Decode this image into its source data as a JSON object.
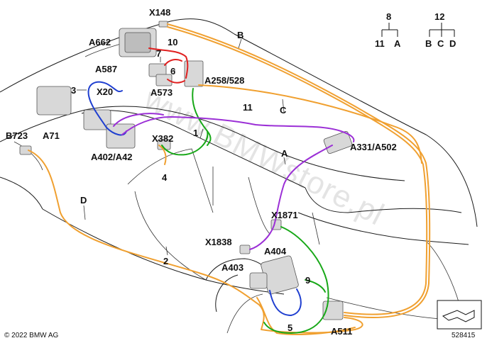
{
  "labels": {
    "x148": "X148",
    "b": "B",
    "a662": "A662",
    "n10": "10",
    "n7": "7",
    "a587": "A587",
    "n6": "6",
    "n3": "3",
    "x20": "X20",
    "a573": "A573",
    "a258": "A258/528",
    "c": "C",
    "n11": "11",
    "n1": "1",
    "b723": "B723",
    "a71": "A71",
    "x382": "X382",
    "a402": "A402/A42",
    "n4": "4",
    "a": "A",
    "a331": "A331/A502",
    "d": "D",
    "x1871": "X1871",
    "x1838": "X1838",
    "a404": "A404",
    "n2": "2",
    "a403": "A403",
    "n9": "9",
    "n5": "5",
    "a511": "A511"
  },
  "legend": {
    "tree1": {
      "top": "8",
      "left": "11",
      "right": "A"
    },
    "tree2": {
      "top": "12",
      "left": "B",
      "mid": "C",
      "right": "D"
    }
  },
  "footer": {
    "copyright": "© 2022 BMW AG",
    "diagram_number": "528415"
  },
  "watermark": "www.BMWstore.pl",
  "colors": {
    "orange": "#f0a030",
    "red": "#e02020",
    "blue": "#1f3fd0",
    "green": "#18a818",
    "purple": "#9b2fd6"
  }
}
